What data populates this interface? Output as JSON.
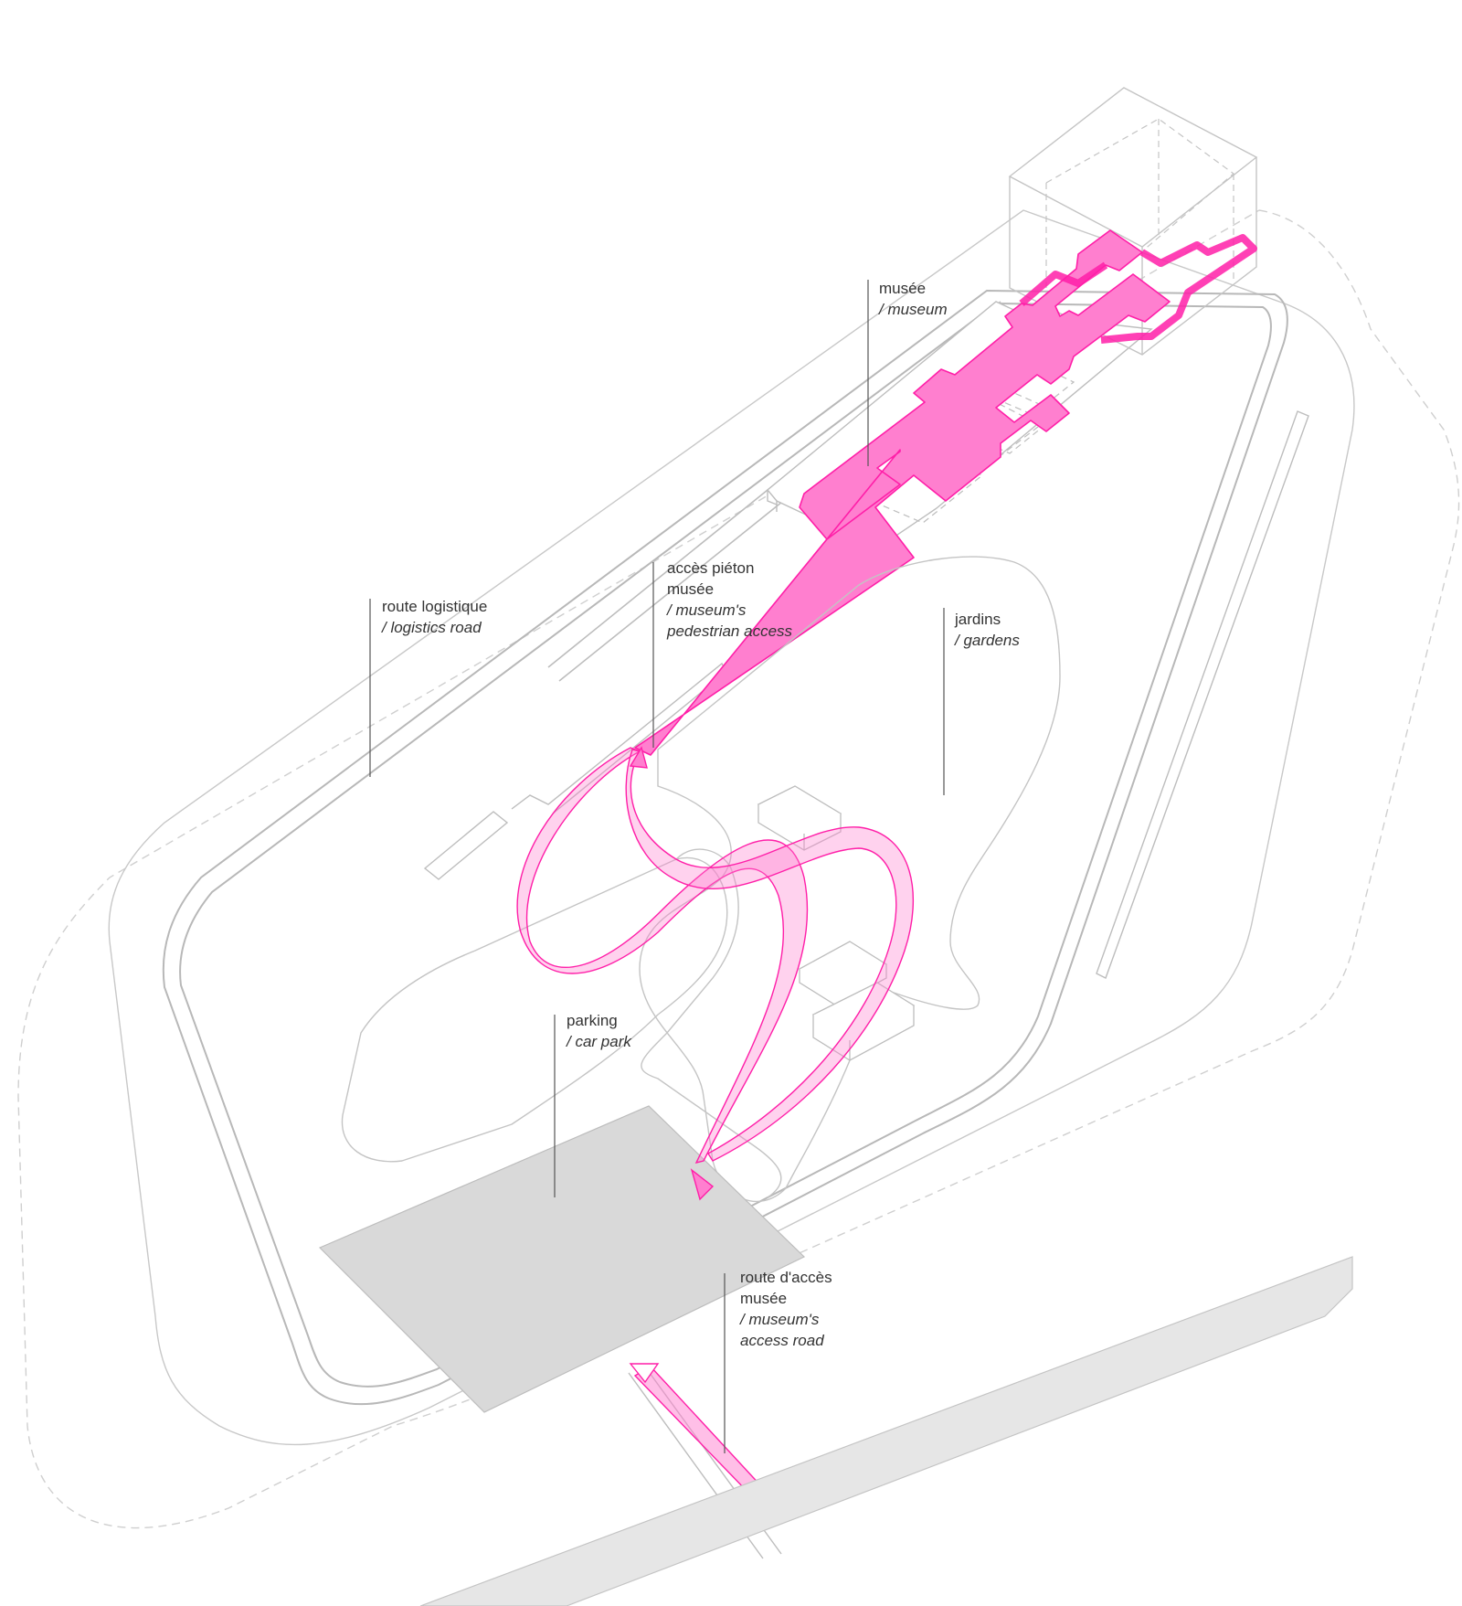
{
  "colors": {
    "accent": "#ff1fa8",
    "accent_fill": "#ff7fcf",
    "line": "#bdbdbd",
    "dashed": "#cfcfcf",
    "parking": "#d9d9d9",
    "leader": "#555555",
    "text": "#333333"
  },
  "labels": {
    "museum": {
      "fr": "musée",
      "en": "/ museum"
    },
    "pedestrian_access": {
      "fr_1": "accès piéton",
      "fr_2": "musée",
      "en_1": "/ museum's",
      "en_2": "pedestrian access"
    },
    "logistics_road": {
      "fr": "route logistique",
      "en": "/ logistics road"
    },
    "gardens": {
      "fr": "jardins",
      "en": "/ gardens"
    },
    "parking": {
      "fr": "parking",
      "en": "/ car park"
    },
    "access_road": {
      "fr_1": "route d'accès",
      "fr_2": "musée",
      "en_1": "/ museum's",
      "en_2": "access road"
    }
  }
}
